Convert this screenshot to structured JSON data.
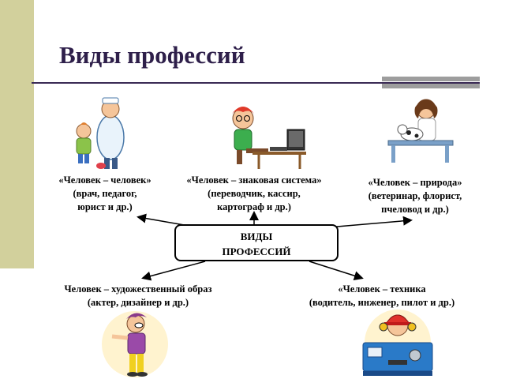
{
  "title": "Виды профессий",
  "center": {
    "line1": "ВИДЫ",
    "line2": "ПРОФЕССИЙ"
  },
  "categories": [
    {
      "line1": "«Человек – человек»",
      "line2": "(врач, педагог,",
      "line3": "юрист и др.)",
      "icon": "doctor-with-child"
    },
    {
      "line1": "«Человек – знаковая система»",
      "line2": "(переводчик, кассир,",
      "line3": "картограф и др.)",
      "icon": "woman-at-computer"
    },
    {
      "line1": "«Человек – природа»",
      "line2": "(ветеринар, флорист,",
      "line3": "пчеловод и др.)",
      "icon": "veterinarian-with-dog"
    },
    {
      "line1": "Человек – художественный образ",
      "line2": "(актер, дизайнер и др.)",
      "icon": "actor"
    },
    {
      "line1": "«Человек – техника",
      "line2": "(водитель, инженер, пилот и др.)",
      "icon": "engineer-at-machine"
    }
  ]
}
